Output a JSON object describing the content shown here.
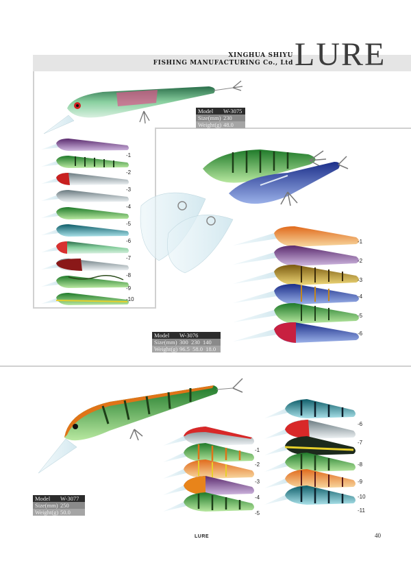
{
  "header": {
    "company_line1": "XINGHUA SHIYU",
    "company_line2": "FISHING MANUFACTURING Co., Ltd",
    "brand": "LURE"
  },
  "sections": [
    {
      "model_label": "Model",
      "model": "W-3075",
      "size_label": "Size(mm)",
      "size": "230",
      "weight_label": "Weight(g)",
      "weight": "48.0",
      "variants": [
        "-1",
        "-2",
        "-3",
        "-4",
        "-5",
        "-6",
        "-7",
        "-8",
        "-9",
        "-10"
      ]
    },
    {
      "model_label": "Model",
      "model": "W-3076",
      "size_label": "Size(mm)",
      "size": "300  230  140",
      "weight_label": "Weight(g)",
      "weight": "96.5  58.0  18.0",
      "variants": [
        "-1",
        "-2",
        "-3",
        "-4",
        "-5",
        "-6"
      ]
    },
    {
      "model_label": "Model",
      "model": "W-3077",
      "size_label": "Size(mm)",
      "size": "250",
      "weight_label": "Weight(g)",
      "weight": "50.0",
      "variants_left": [
        "-1",
        "-2",
        "-3",
        "-4",
        "-5"
      ],
      "variants_right": [
        "-6",
        "-7",
        "-8",
        "-9",
        "-10",
        "-11"
      ]
    }
  ],
  "footer": {
    "label": "LURE",
    "page": "40"
  }
}
